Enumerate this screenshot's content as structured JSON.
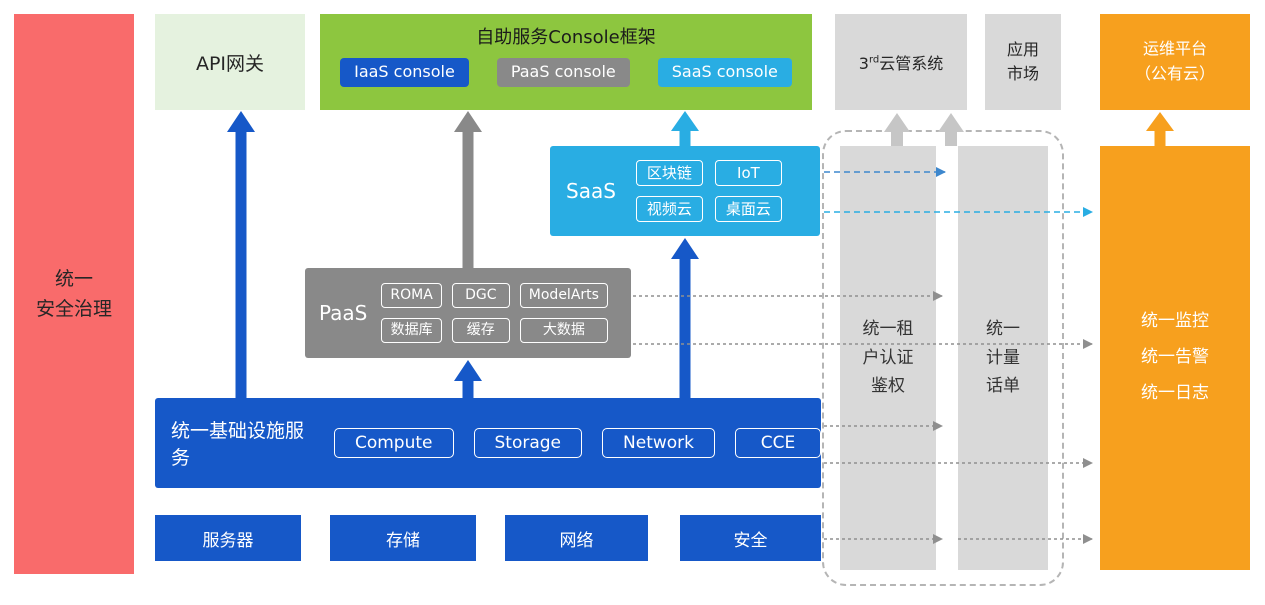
{
  "colors": {
    "red": "#f96b6b",
    "light_green": "#e5f2df",
    "green": "#8dc63f",
    "blue": "#1658c8",
    "cyan": "#29ade3",
    "gray": "#898989",
    "light_gray": "#d9d9d9",
    "orange": "#f7a01e",
    "dash_blue": "#3d87cd",
    "line_gray": "#8f8f8f",
    "arrow_light_gray": "#c6c6c6",
    "dashed_border": "#b5b5b5"
  },
  "security_bar": {
    "label": "统一\n安全治理"
  },
  "api_gateway": {
    "label": "API网关"
  },
  "console_frame": {
    "title": "自助服务Console框架",
    "buttons": [
      {
        "label": "IaaS console"
      },
      {
        "label": "PaaS console"
      },
      {
        "label": "SaaS console"
      }
    ]
  },
  "third_party_cms": {
    "prefix": "3",
    "sup": "rd",
    "suffix": "云管系统"
  },
  "app_market": {
    "label": "应用\n市场"
  },
  "om_platform": {
    "label": "运维平台\n（公有云）"
  },
  "saas": {
    "title": "SaaS",
    "chips": [
      "区块链",
      "IoT",
      "视频云",
      "桌面云"
    ]
  },
  "paas": {
    "title": "PaaS",
    "chips": [
      "ROMA",
      "DGC",
      "ModelArts",
      "数据库",
      "缓存",
      "大数据"
    ]
  },
  "iaas": {
    "title": "统一基础设施服务",
    "chips": [
      "Compute",
      "Storage",
      "Network",
      "CCE"
    ]
  },
  "hardware": [
    "服务器",
    "存储",
    "网络",
    "安全"
  ],
  "auth_bar": {
    "label": "统一租\n户认证\n鉴权"
  },
  "metering_bar": {
    "label": "统一\n计量\n话单"
  },
  "monitor_bar": {
    "label": "统一监控\n统一告警\n统一日志"
  }
}
